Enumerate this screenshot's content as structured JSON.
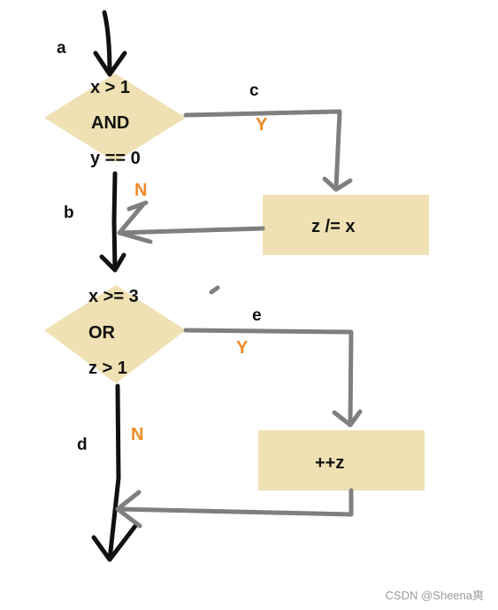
{
  "colors": {
    "shape_fill": "#efe1b3",
    "main_arrow": "#111111",
    "branch_arrow": "#7f7f7f",
    "branch_label": "#f08a24",
    "text": "#111111"
  },
  "diagram": {
    "decisions": [
      {
        "id": "decision1",
        "lines": [
          "x > 1",
          "AND",
          "y == 0"
        ]
      },
      {
        "id": "decision2",
        "lines": [
          "x >= 3",
          "OR",
          "z > 1"
        ]
      }
    ],
    "processes": [
      {
        "id": "process1",
        "text": "z /= x"
      },
      {
        "id": "process2",
        "text": "++z"
      }
    ],
    "path_labels": [
      "a",
      "b",
      "c",
      "d",
      "e"
    ],
    "branch_labels": {
      "yes": "Y",
      "no": "N"
    }
  },
  "watermark": "CSDN @Sheena爽"
}
